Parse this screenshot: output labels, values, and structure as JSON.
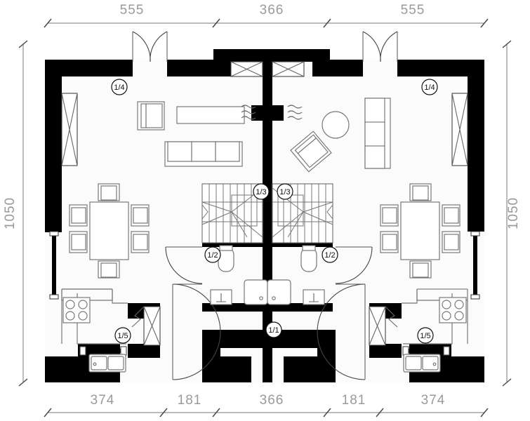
{
  "document": {
    "type": "architectural-floor-plan",
    "description": "Symmetric semi-detached duplex ground floor plan",
    "units": "cm"
  },
  "dimensions": {
    "top": {
      "segments": [
        {
          "label": "555"
        },
        {
          "label": "366"
        },
        {
          "label": "555"
        }
      ]
    },
    "bottom": {
      "segments": [
        {
          "label": "374"
        },
        {
          "label": "181"
        },
        {
          "label": "366"
        },
        {
          "label": "181"
        },
        {
          "label": "374"
        }
      ]
    },
    "left": {
      "label": "1050"
    },
    "right": {
      "label": "1050"
    }
  },
  "room_labels": [
    {
      "id": "left-living",
      "label": "1/4"
    },
    {
      "id": "right-living",
      "label": "1/4"
    },
    {
      "id": "left-stair",
      "label": "1/3"
    },
    {
      "id": "right-stair",
      "label": "1/3"
    },
    {
      "id": "left-bath",
      "label": "1/2"
    },
    {
      "id": "right-bath",
      "label": "1/2"
    },
    {
      "id": "left-kitchen",
      "label": "1/5"
    },
    {
      "id": "right-kitchen",
      "label": "1/5"
    },
    {
      "id": "entry-hall",
      "label": "1/1"
    }
  ],
  "colors": {
    "wall": "#000000",
    "furniture_stroke": "#777777",
    "dimension_text": "#9a9a9a",
    "background": "#ffffff"
  },
  "fixtures": {
    "left_unit": [
      "sofa",
      "armchair",
      "tv-unit",
      "fireplace",
      "dining-table",
      "dining-chairs-6",
      "stove-4-burner",
      "kitchen-sink",
      "staircase",
      "toilet",
      "washbasin",
      "shower"
    ],
    "right_unit": [
      "armchair-rotated",
      "round-table",
      "shelf-unit",
      "fireplace",
      "dining-table",
      "dining-chairs-6",
      "stove-4-burner",
      "kitchen-sink",
      "staircase",
      "toilet",
      "washbasin",
      "shower"
    ]
  }
}
